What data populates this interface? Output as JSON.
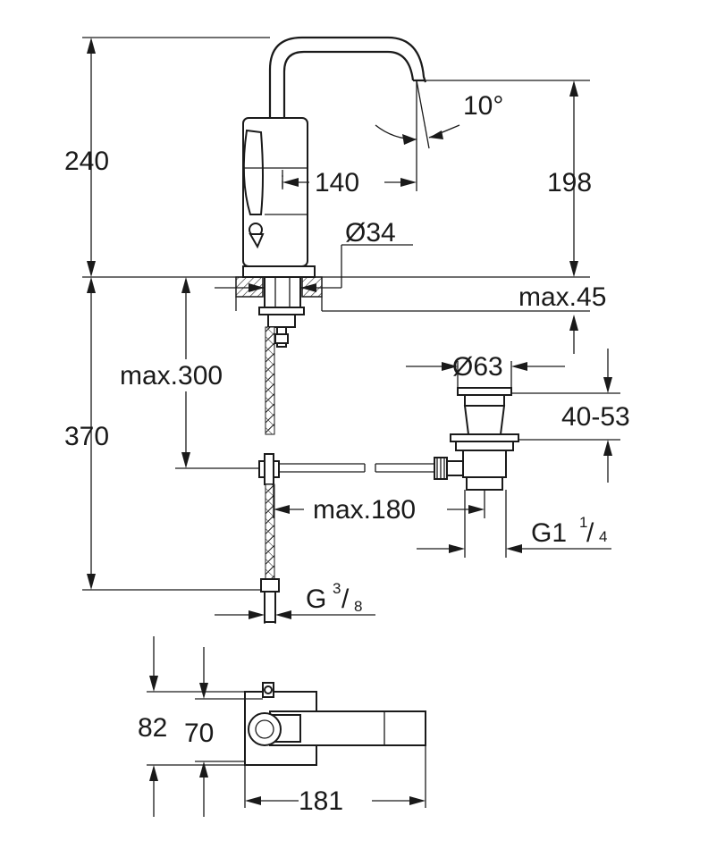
{
  "dimensions": {
    "height_total": "240",
    "spout_angle": "10°",
    "spout_reach": "140",
    "spout_height": "198",
    "body_diameter": "Ø34",
    "max_deck_thickness": "max.45",
    "max_hose_length": "max.300",
    "below_deck_length": "370",
    "waste_diameter": "Ø63",
    "waste_height_range": "40-53",
    "max_rod_length": "max.180",
    "waste_thread": "G1",
    "waste_thread_fraction_num": "1",
    "waste_thread_fraction_den": "4",
    "hose_thread": "G",
    "hose_thread_fraction_num": "3",
    "hose_thread_fraction_den": "8",
    "plan_depth_outer": "82",
    "plan_depth_inner": "70",
    "plan_length": "181"
  }
}
